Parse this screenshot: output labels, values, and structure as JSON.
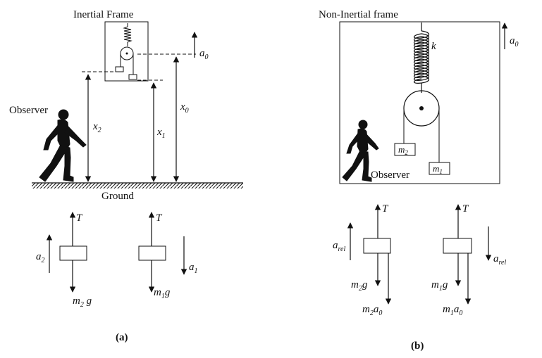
{
  "panel_a": {
    "frame_title": "Inertial Frame",
    "observer": "Observer",
    "ground": "Ground",
    "a0_label": "a",
    "a0_sub": "0",
    "x2": "x",
    "x2_sub": "2",
    "x1": "x",
    "x1_sub": "1",
    "x0": "x",
    "x0_sub": "0",
    "caption": "(a)",
    "fbd_left": {
      "T": "T",
      "acc": "a",
      "acc_sub": "2",
      "weight_m": "m",
      "weight_sub": "2",
      "weight_g": " g"
    },
    "fbd_right": {
      "T": "T",
      "acc": "a",
      "acc_sub": "1",
      "weight_m": "m",
      "weight_sub": "1",
      "weight_g": "g"
    }
  },
  "panel_b": {
    "frame_title": "Non-Inertial frame",
    "spring_label": "k",
    "a0_label": "a",
    "a0_sub": "0",
    "mass2_m": "m",
    "mass2_sub": "2",
    "mass1_m": "m",
    "mass1_sub": "1",
    "observer": "Observer",
    "caption": "(b)",
    "fbd_left": {
      "T": "T",
      "acc": "a",
      "acc_sub": "rel",
      "weight_m": "m",
      "weight_sub": "2",
      "weight_g": "g",
      "pseudo_m": "m",
      "pseudo_sub": "2",
      "pseudo_a": "a",
      "pseudo_a_sub": "0"
    },
    "fbd_right": {
      "T": "T",
      "acc": "a",
      "acc_sub": "rel",
      "weight_m": "m",
      "weight_sub": "1",
      "weight_g": "g",
      "pseudo_m": "m",
      "pseudo_sub": "1",
      "pseudo_a": "a",
      "pseudo_a_sub": "0"
    }
  }
}
